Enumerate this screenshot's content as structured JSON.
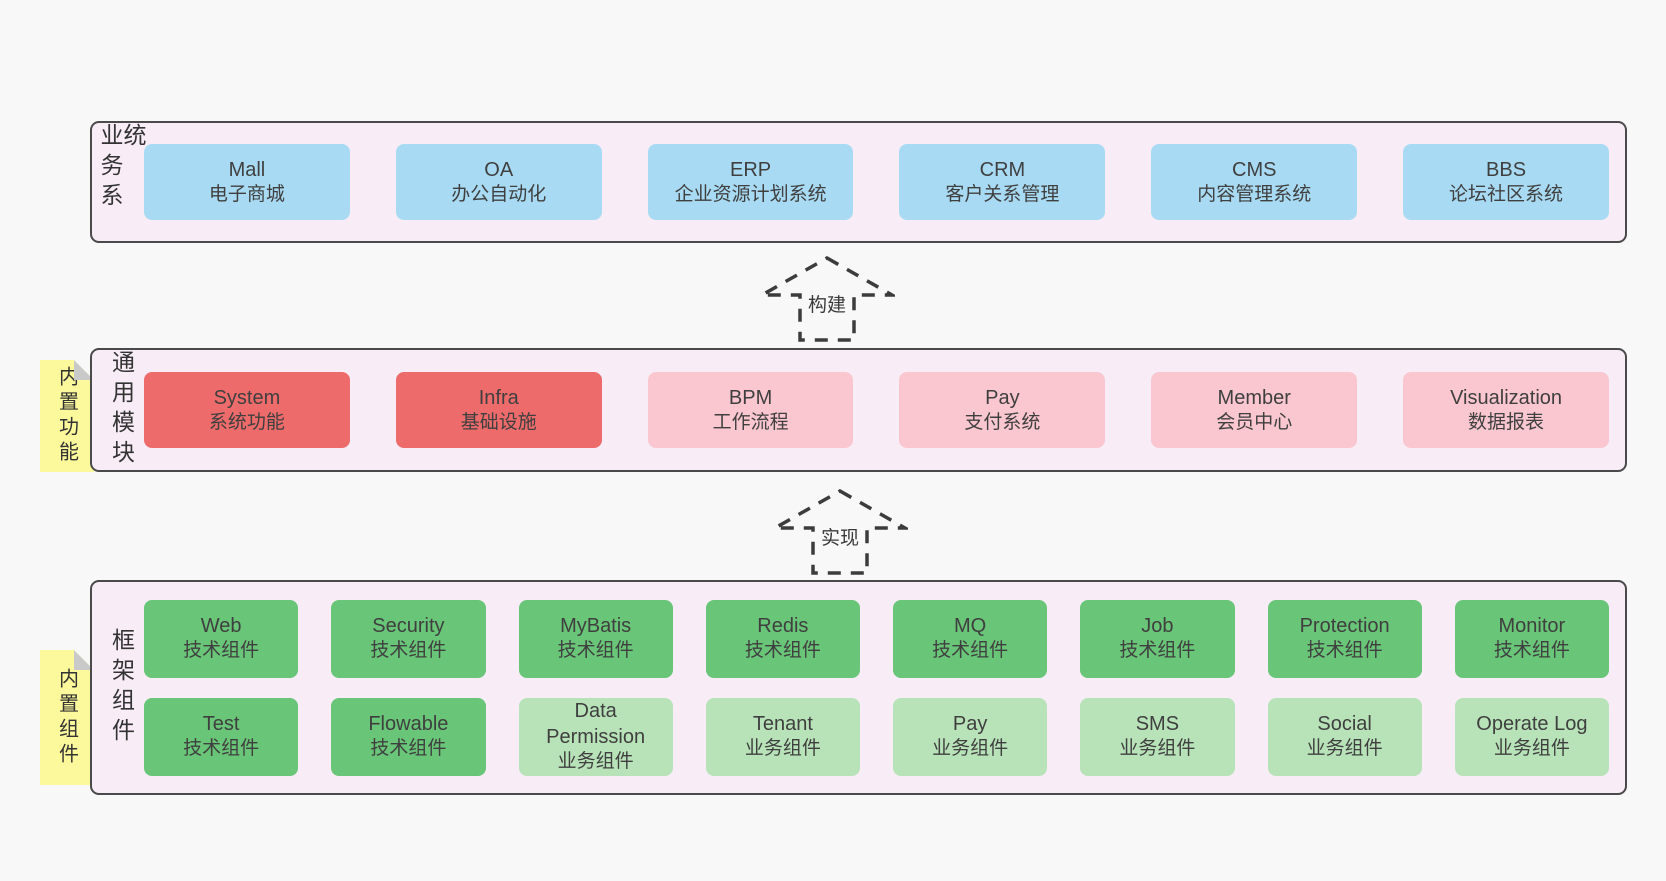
{
  "colors": {
    "page_bg": "#f8f8f8",
    "panel_bg": "#f8edf6",
    "panel_border": "#4a4a4a",
    "blue": "#a8dbf3",
    "red": "#ee6b6b",
    "pink": "#fac6cf",
    "green": "#69c577",
    "light_green": "#b8e3b9",
    "sticky_bg": "#fbf99c",
    "sticky_fold": "#c9c9c9",
    "text": "#3f3f3f",
    "arrow": "#3c3c3c"
  },
  "panels": [
    {
      "id": "business",
      "side_label": "业务系统",
      "sticky": null,
      "rows": [
        [
          {
            "name": "Mall",
            "desc": "电子商城",
            "color": "blue"
          },
          {
            "name": "OA",
            "desc": "办公自动化",
            "color": "blue"
          },
          {
            "name": "ERP",
            "desc": "企业资源计划系统",
            "color": "blue"
          },
          {
            "name": "CRM",
            "desc": "客户关系管理",
            "color": "blue"
          },
          {
            "name": "CMS",
            "desc": "内容管理系统",
            "color": "blue"
          },
          {
            "name": "BBS",
            "desc": "论坛社区系统",
            "color": "blue"
          }
        ]
      ]
    },
    {
      "id": "modules",
      "side_label": "通用模块",
      "sticky": "内置功能",
      "rows": [
        [
          {
            "name": "System",
            "desc": "系统功能",
            "color": "red"
          },
          {
            "name": "Infra",
            "desc": "基础设施",
            "color": "red"
          },
          {
            "name": "BPM",
            "desc": "工作流程",
            "color": "pink"
          },
          {
            "name": "Pay",
            "desc": "支付系统",
            "color": "pink"
          },
          {
            "name": "Member",
            "desc": "会员中心",
            "color": "pink"
          },
          {
            "name": "Visualization",
            "desc": "数据报表",
            "color": "pink"
          }
        ]
      ]
    },
    {
      "id": "components",
      "side_label": "框架组件",
      "sticky": "内置组件",
      "rows": [
        [
          {
            "name": "Web",
            "desc": "技术组件",
            "color": "green"
          },
          {
            "name": "Security",
            "desc": "技术组件",
            "color": "green"
          },
          {
            "name": "MyBatis",
            "desc": "技术组件",
            "color": "green"
          },
          {
            "name": "Redis",
            "desc": "技术组件",
            "color": "green"
          },
          {
            "name": "MQ",
            "desc": "技术组件",
            "color": "green"
          },
          {
            "name": "Job",
            "desc": "技术组件",
            "color": "green"
          },
          {
            "name": "Protection",
            "desc": "技术组件",
            "color": "green"
          },
          {
            "name": "Monitor",
            "desc": "技术组件",
            "color": "green"
          }
        ],
        [
          {
            "name": "Test",
            "desc": "技术组件",
            "color": "green"
          },
          {
            "name": "Flowable",
            "desc": "技术组件",
            "color": "green"
          },
          {
            "name": "Data Permission",
            "desc": "业务组件",
            "color": "lightgreen"
          },
          {
            "name": "Tenant",
            "desc": "业务组件",
            "color": "lightgreen"
          },
          {
            "name": "Pay",
            "desc": "业务组件",
            "color": "lightgreen"
          },
          {
            "name": "SMS",
            "desc": "业务组件",
            "color": "lightgreen"
          },
          {
            "name": "Social",
            "desc": "业务组件",
            "color": "lightgreen"
          },
          {
            "name": "Operate Log",
            "desc": "业务组件",
            "color": "lightgreen"
          }
        ]
      ]
    }
  ],
  "arrows": [
    {
      "label": "构建"
    },
    {
      "label": "实现"
    }
  ]
}
